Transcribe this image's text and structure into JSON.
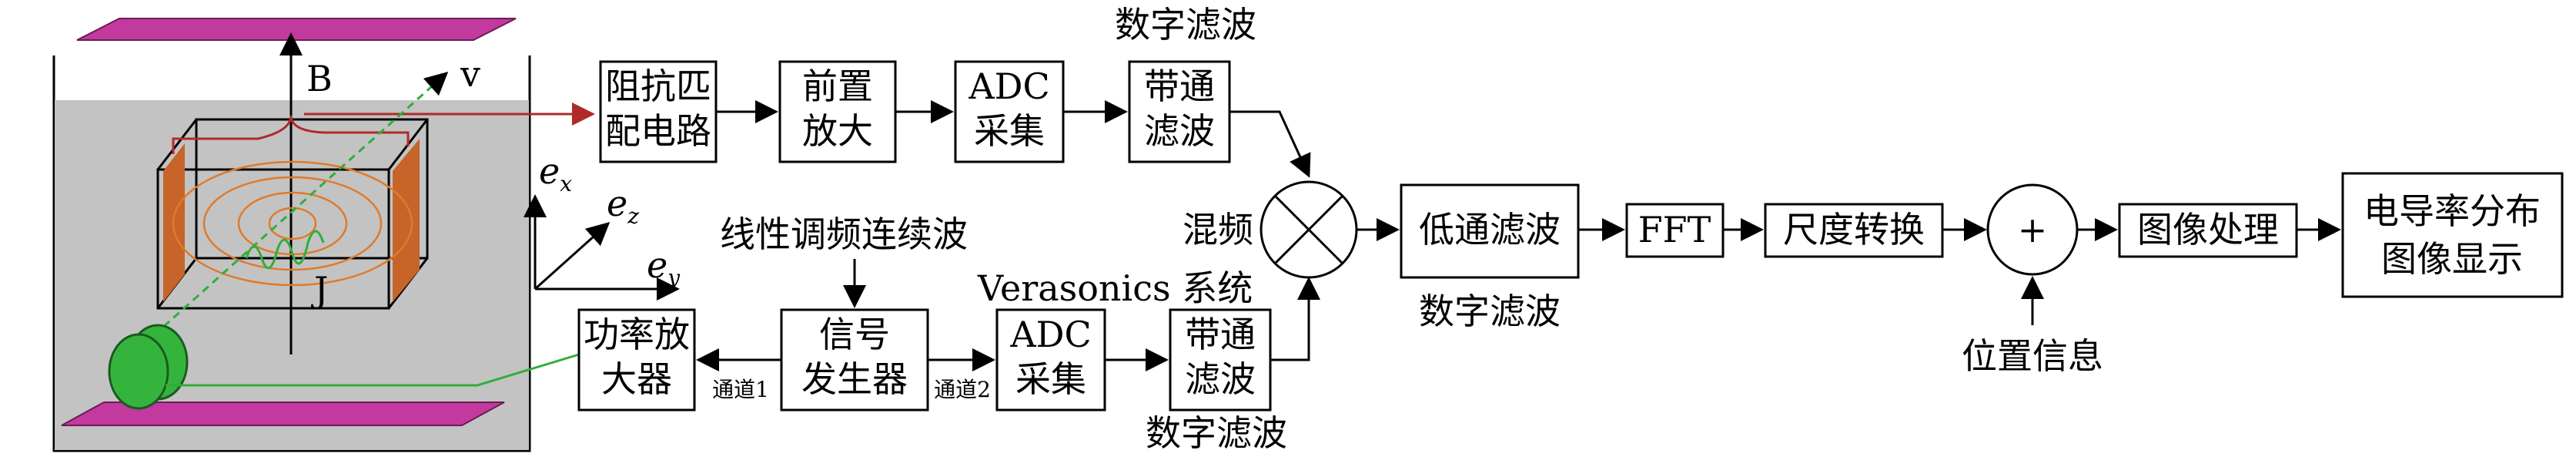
{
  "colors": {
    "magnet": "#c23a9e",
    "tank": "#c3c3c3",
    "electrode": "#c6642a",
    "current_wire": "#b02a2a",
    "acoustic": "#2fae3b",
    "transducer": "#35b43d",
    "field_lines": "#e07a2a"
  },
  "setup": {
    "b_label": "B",
    "v_label": "v",
    "j_label": "J",
    "axes": {
      "ex": "e",
      "ex_sub": "x",
      "ez": "e",
      "ez_sub": "z",
      "ey": "e",
      "ey_sub": "y"
    }
  },
  "top_chain": {
    "impedance": [
      "阻抗匹",
      "配电路"
    ],
    "preamp": [
      "前置",
      "放大"
    ],
    "adc": [
      "ADC",
      "采集"
    ],
    "bandpass": [
      "带通",
      "滤波"
    ],
    "digital_filter_label": "数字滤波"
  },
  "bottom_chain": {
    "lfm_label": "线性调频连续波",
    "power_amp": [
      "功率放",
      "大器"
    ],
    "signal_gen": [
      "信号",
      "发生器"
    ],
    "channel1": "通道1",
    "channel2": "通道2",
    "adc": [
      "ADC",
      "采集"
    ],
    "bandpass": [
      "带通",
      "滤波"
    ],
    "verasonics_label": "Verasonics 系统",
    "digital_filter_label": "数字滤波"
  },
  "processing": {
    "mixing_label": "混频",
    "lowpass": "低通滤波",
    "digital_filter_label": "数字滤波",
    "fft": "FFT",
    "scale_conversion": "尺度转换",
    "adder_symbol": "+",
    "position_info": "位置信息",
    "image_processing": "图像处理",
    "output": [
      "电导率分布",
      "图像显示"
    ]
  }
}
